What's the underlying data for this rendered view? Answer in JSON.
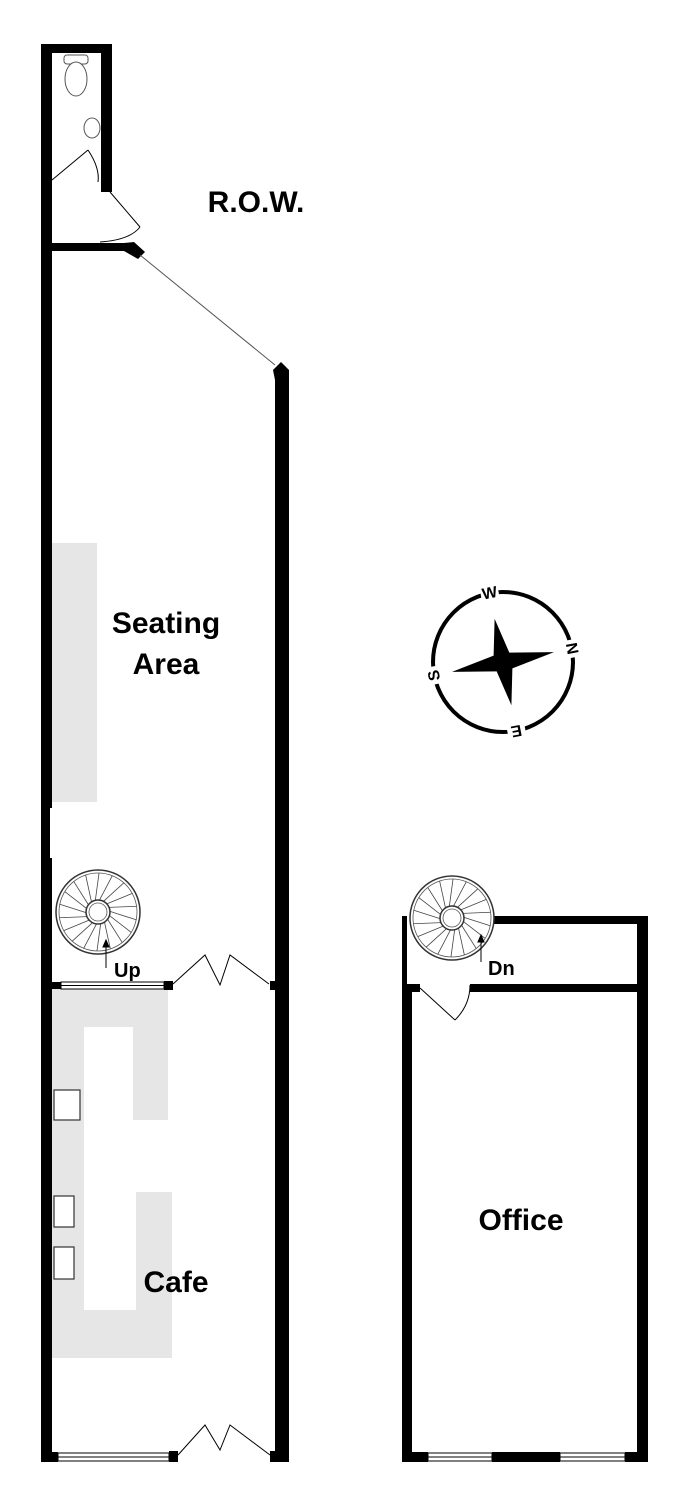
{
  "labels": {
    "row": "R.O.W.",
    "seating_line1": "Seating",
    "seating_line2": "Area",
    "up": "Up",
    "cafe": "Cafe",
    "dn": "Dn",
    "office": "Office"
  },
  "compass": {
    "n": "N",
    "e": "E",
    "s": "S",
    "w": "W"
  },
  "colors": {
    "wall": "#000000",
    "counter": "#e6e6e6"
  }
}
